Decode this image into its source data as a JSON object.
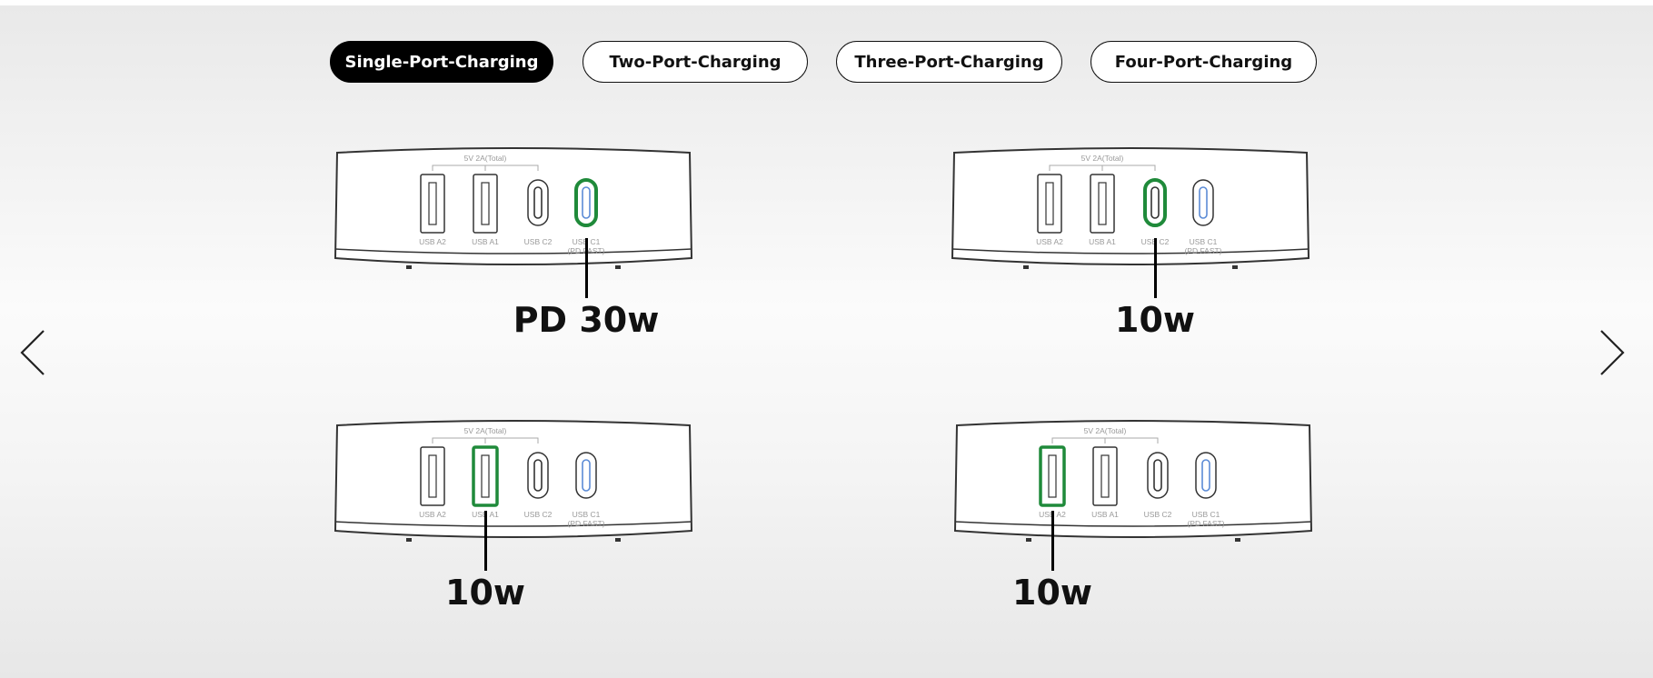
{
  "tabs": [
    {
      "label": "Single-Port-Charging",
      "active": true
    },
    {
      "label": "Two-Port-Charging",
      "active": false
    },
    {
      "label": "Three-Port-Charging",
      "active": false
    },
    {
      "label": "Four-Port-Charging",
      "active": false
    }
  ],
  "device": {
    "group_label": "5V 2A(Total)",
    "ports": [
      {
        "label": "USB A2",
        "type": "usb-a"
      },
      {
        "label": "USB A1",
        "type": "usb-a"
      },
      {
        "label": "USB C2",
        "type": "usb-c"
      },
      {
        "label": "USB C1",
        "label2": "(PD FAST)",
        "type": "usb-c-pd"
      }
    ]
  },
  "panels": [
    {
      "highlight_port": "USB C1",
      "power": "PD 30w"
    },
    {
      "highlight_port": "USB C2",
      "power": "10w"
    },
    {
      "highlight_port": "USB A1",
      "power": "10w"
    },
    {
      "highlight_port": "USB A2",
      "power": "10w"
    }
  ],
  "nav": {
    "prev_icon": "chevron-left-icon",
    "next_icon": "chevron-right-icon"
  },
  "colors": {
    "highlight": "#1f8a3a",
    "pd_port": "#5b8bd6",
    "outline": "#333333",
    "active_tab": "#000000"
  }
}
